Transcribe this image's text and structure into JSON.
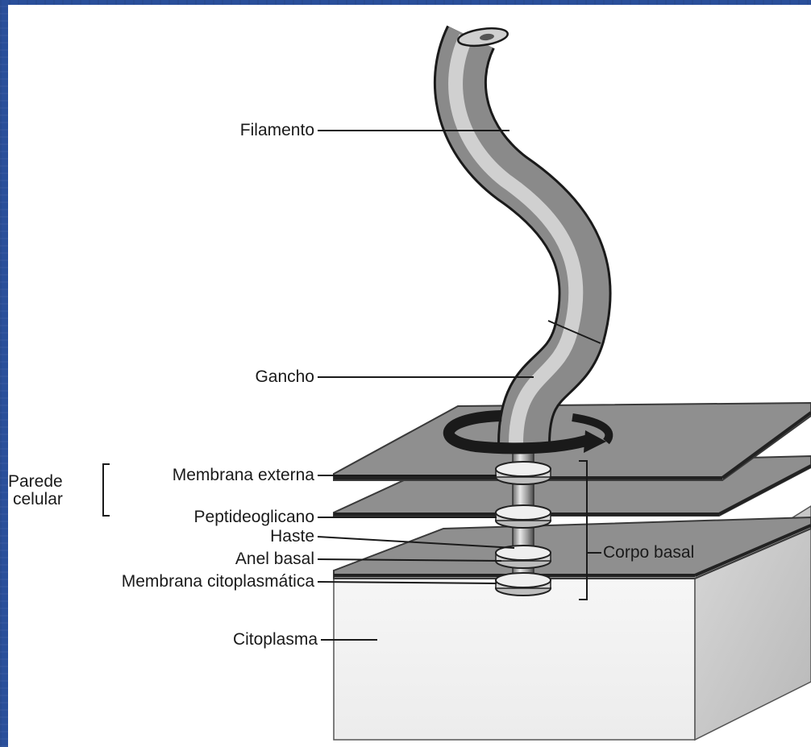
{
  "labels": {
    "filamento": "Filamento",
    "gancho": "Gancho",
    "parede_celular_line1": "Parede",
    "parede_celular_line2": "celular",
    "membrana_externa": "Membrana externa",
    "peptideoglicano": "Peptideoglicano",
    "haste": "Haste",
    "anel_basal": "Anel basal",
    "membrana_citoplasmatica": "Membrana citoplasmática",
    "citoplasma": "Citoplasma",
    "corpo_basal": "Corpo basal"
  },
  "colors": {
    "slide_background": "#2a4f9a",
    "canvas": "#ffffff",
    "layer_fill": "#8f8f8f",
    "layer_edge": "#3a3a3a",
    "ink": "#1a1a1a"
  }
}
